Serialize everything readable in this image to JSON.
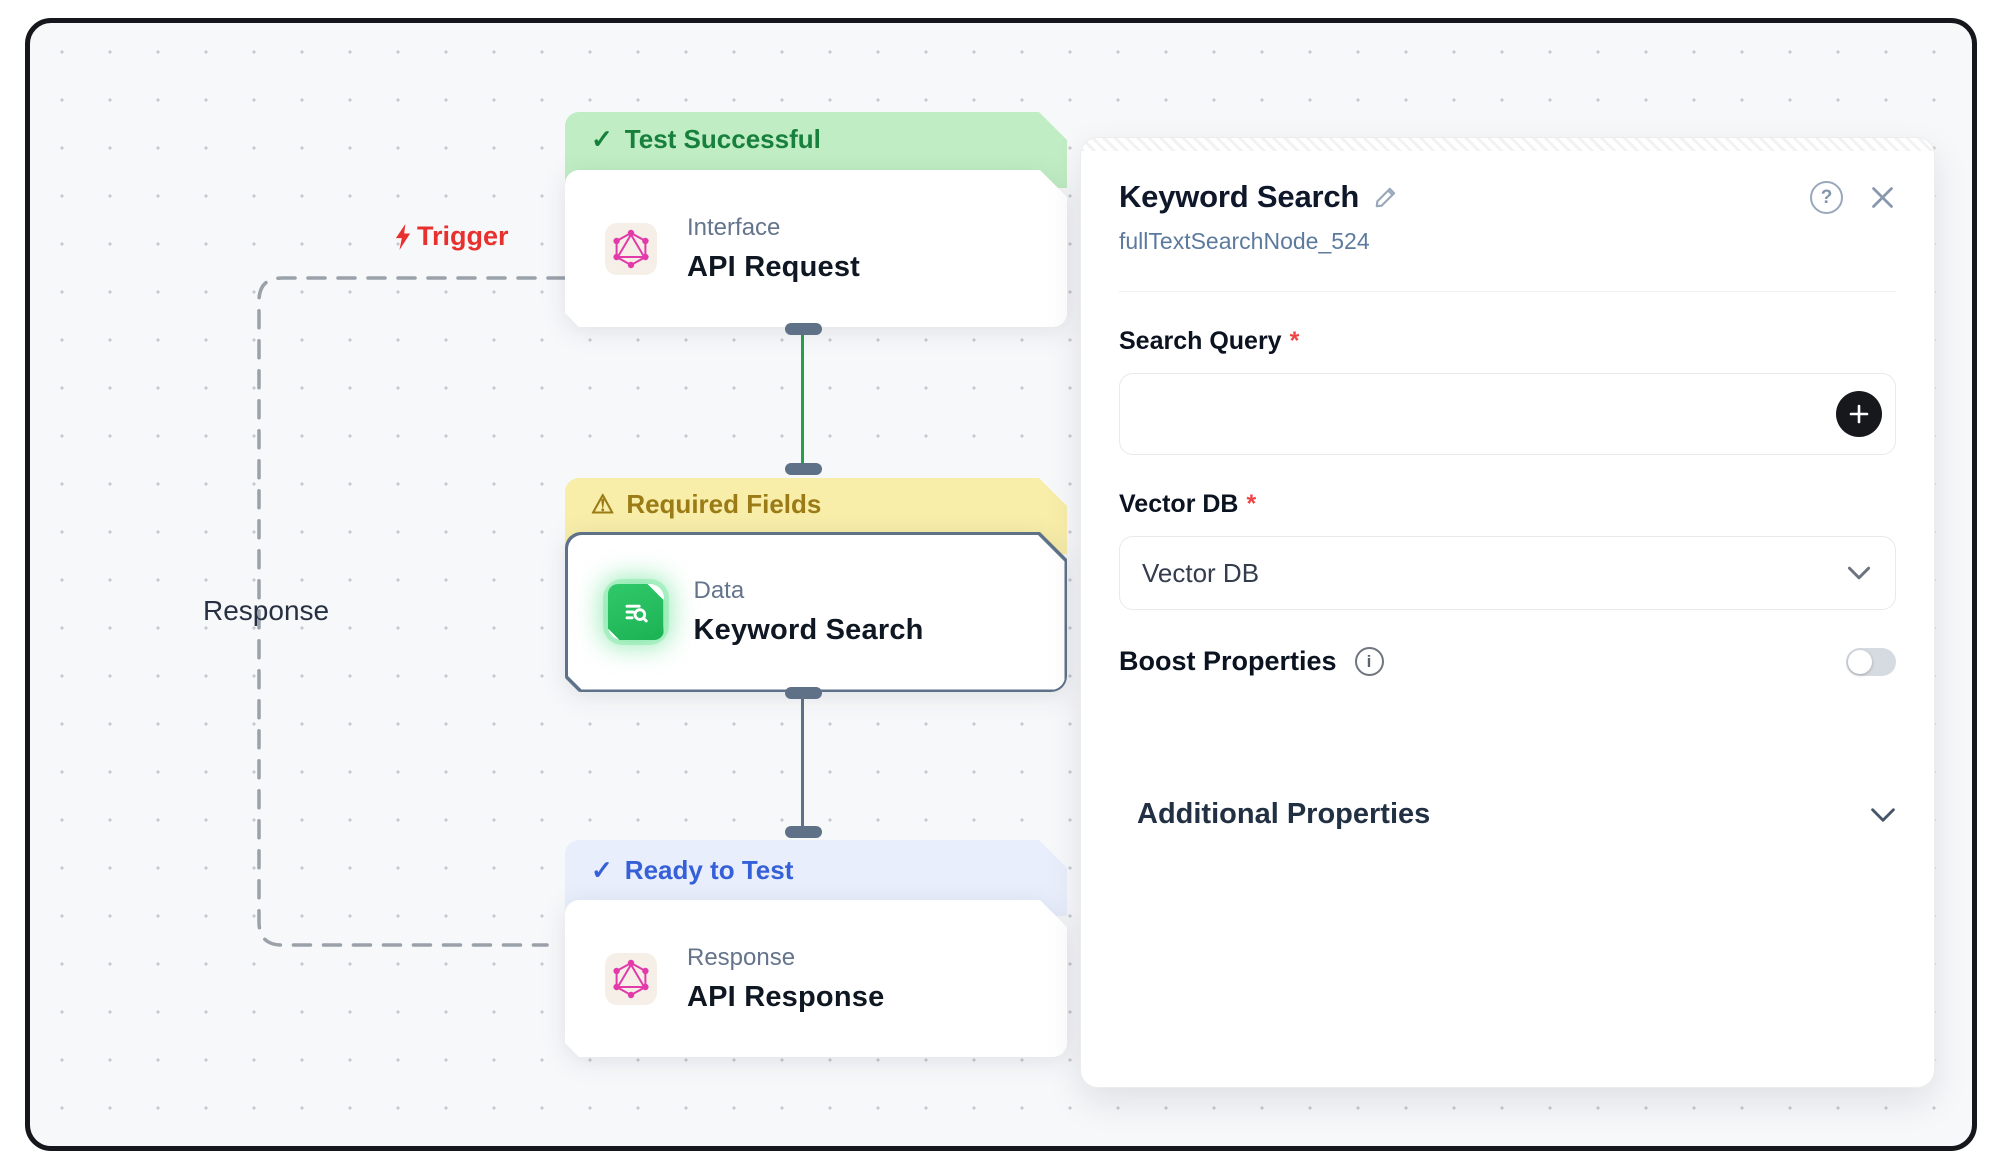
{
  "canvas": {
    "trigger_label": "Trigger",
    "response_label": "Response",
    "nodes": [
      {
        "status": "Test Successful",
        "category": "Interface",
        "title": "API Request"
      },
      {
        "status": "Required Fields",
        "category": "Data",
        "title": "Keyword Search"
      },
      {
        "status": "Ready to Test",
        "category": "Response",
        "title": "API Response"
      }
    ]
  },
  "panel": {
    "title": "Keyword Search",
    "node_id": "fullTextSearchNode_524",
    "required_mark": "*",
    "search_query": {
      "label": "Search Query",
      "value": ""
    },
    "vector_db": {
      "label": "Vector DB",
      "value": "Vector DB"
    },
    "boost_properties": {
      "label": "Boost Properties",
      "enabled": false
    },
    "additional_properties": {
      "label": "Additional Properties"
    }
  },
  "icons": {
    "check": "✓",
    "warning": "⚠",
    "help": "?",
    "info": "i"
  },
  "colors": {
    "success_bg": "#c0edc4",
    "success_text": "#16803c",
    "warning_bg": "#f8eda9",
    "warning_text": "#9a7b15",
    "info_bg": "#e8eefb",
    "info_text": "#3560d8",
    "edge_green": "#27a04b",
    "edge_slate": "#5d7289",
    "trigger_red": "#e8312e",
    "graphql_pink": "#e23aa9",
    "node_icon_green": "#22c55e"
  }
}
